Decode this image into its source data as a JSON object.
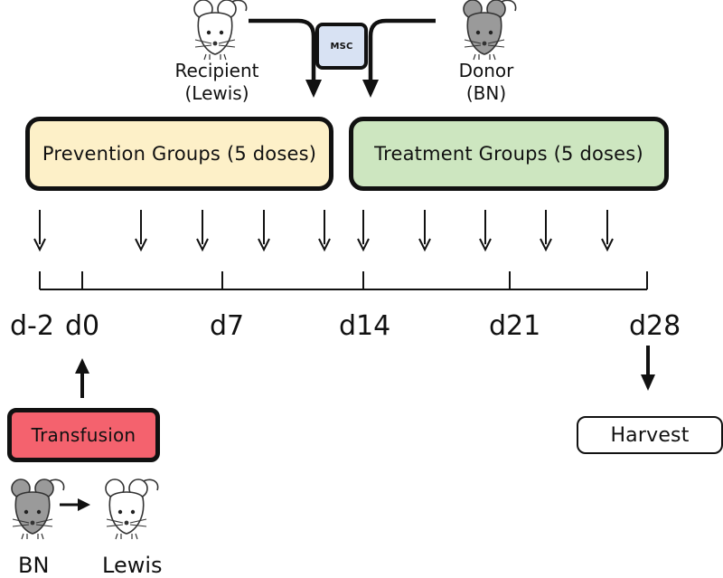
{
  "colors": {
    "prevention_fill": "#fdf0c8",
    "treatment_fill": "#cde6c0",
    "transfusion_fill": "#f4626e",
    "msc_fill": "#d8e2f3",
    "mouse_white": "#ffffff",
    "mouse_gray": "#9a9a9a"
  },
  "mice": {
    "recipient": {
      "label_line1": "Recipient",
      "label_line2": "(Lewis)",
      "color": "white"
    },
    "donor": {
      "label_line1": "Donor",
      "label_line2": "(BN)",
      "color": "gray"
    },
    "transfusion_from": {
      "label": "BN",
      "color": "gray"
    },
    "transfusion_to": {
      "label": "Lewis",
      "color": "white"
    }
  },
  "msc_label": "MSC",
  "groups": {
    "prevention": "Prevention Groups (5 doses)",
    "treatment": "Treatment Groups (5 doses)"
  },
  "timeline": {
    "ticks": [
      "d-2",
      "d0",
      "d7",
      "d14",
      "d21",
      "d28"
    ]
  },
  "transfusion_label": "Transfusion",
  "harvest_label": "Harvest"
}
